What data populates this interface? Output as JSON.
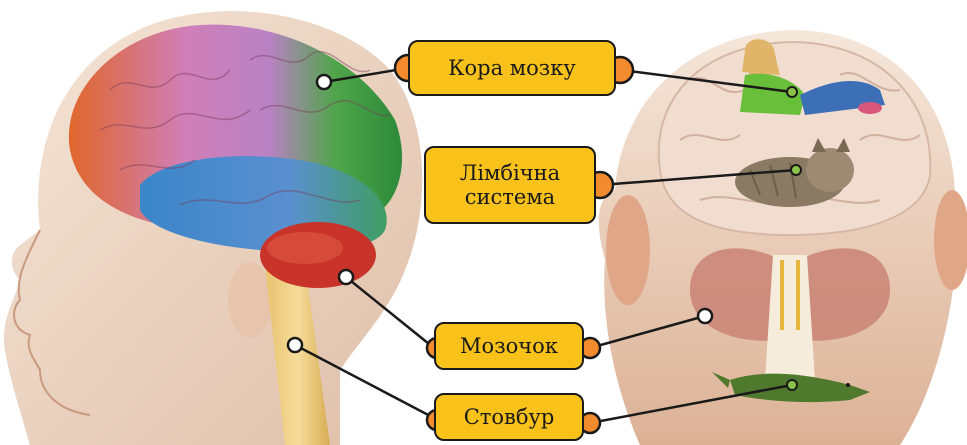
{
  "labels": {
    "cortex": "Кора мозку",
    "limbic_line1": "Лімбічна",
    "limbic_line2": "система",
    "cerebellum": "Мозочок",
    "stem": "Стовбур"
  },
  "colors": {
    "label_fill": "#f9c21a",
    "dot_orange": "#f28a2e",
    "outline": "#1a1a1a"
  },
  "illustrations": {
    "left": "side-view-head-with-colored-brain",
    "right": "back-view-head-with-girl-cat-crocodile"
  }
}
